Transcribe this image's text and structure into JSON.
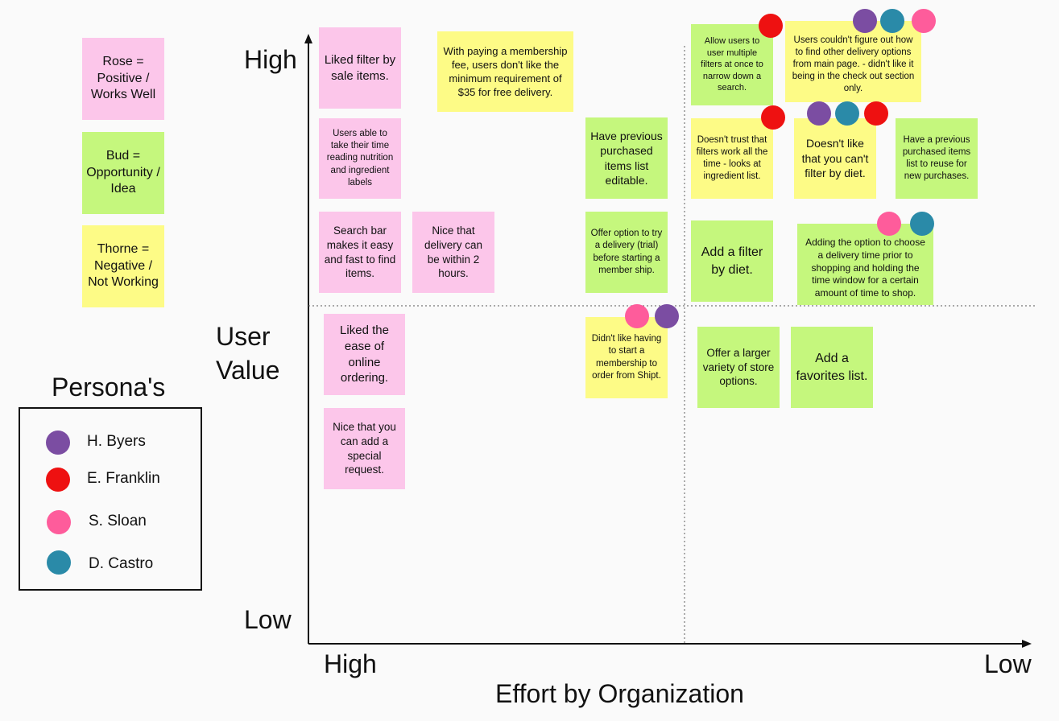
{
  "colors": {
    "rose": "#fcc6ea",
    "bud": "#c5f77d",
    "thorne": "#fdfb86",
    "h_byers": "#7b4da2",
    "e_franklin": "#ee1111",
    "s_sloan": "#fe5c9b",
    "d_castro": "#2a8aa8"
  },
  "legend": {
    "rose": "Rose = Positive / Works Well",
    "bud": "Bud = Opportunity / Idea",
    "thorne": "Thorne = Negative / Not Working"
  },
  "personas": {
    "title": "Persona's",
    "items": [
      {
        "name": "H. Byers",
        "color": "#7b4da2"
      },
      {
        "name": "E. Franklin",
        "color": "#ee1111"
      },
      {
        "name": "S. Sloan",
        "color": "#fe5c9b"
      },
      {
        "name": "D. Castro",
        "color": "#2a8aa8"
      }
    ]
  },
  "axes": {
    "y_high": "High",
    "y_low": "Low",
    "y_title_line1": "User",
    "y_title_line2": "Value",
    "x_high": "High",
    "x_low": "Low",
    "x_title": "Effort by Organization"
  },
  "notes": [
    {
      "text": "Liked filter by sale items.",
      "type": "rose"
    },
    {
      "text": "With paying a membership fee, users don't like the minimum requirement of $35 for free delivery.",
      "type": "thorne"
    },
    {
      "text": "Allow users to user multiple filters at once to narrow down a search.",
      "type": "bud"
    },
    {
      "text": "Users couldn't figure out how to find other delivery options from main page. - didn't like it being in the check out section only.",
      "type": "thorne"
    },
    {
      "text": "Users able to take their time reading nutrition and ingredient labels",
      "type": "rose"
    },
    {
      "text": "Have previous purchased items list editable.",
      "type": "bud"
    },
    {
      "text": "Doesn't trust that filters work all the time - looks at ingredient list.",
      "type": "thorne"
    },
    {
      "text": "Doesn't like that you can't filter by diet.",
      "type": "thorne"
    },
    {
      "text": "Have a previous purchased items list to reuse for new purchases.",
      "type": "bud"
    },
    {
      "text": "Search bar makes it easy and fast to find items.",
      "type": "rose"
    },
    {
      "text": "Nice that delivery can be within 2 hours.",
      "type": "rose"
    },
    {
      "text": "Offer option to try a delivery (trial) before starting a member ship.",
      "type": "bud"
    },
    {
      "text": "Add a filter by diet.",
      "type": "bud"
    },
    {
      "text": "Adding the option to choose a delivery time prior to shopping and holding the time window for a certain amount of time to shop.",
      "type": "bud"
    },
    {
      "text": "Liked the ease of online ordering.",
      "type": "rose"
    },
    {
      "text": "Didn't like having to start a membership to order from Shipt.",
      "type": "thorne"
    },
    {
      "text": "Offer a larger variety of store options.",
      "type": "bud"
    },
    {
      "text": "Add a favorites list.",
      "type": "bud"
    },
    {
      "text": "Nice that you can add a special request.",
      "type": "rose"
    }
  ]
}
